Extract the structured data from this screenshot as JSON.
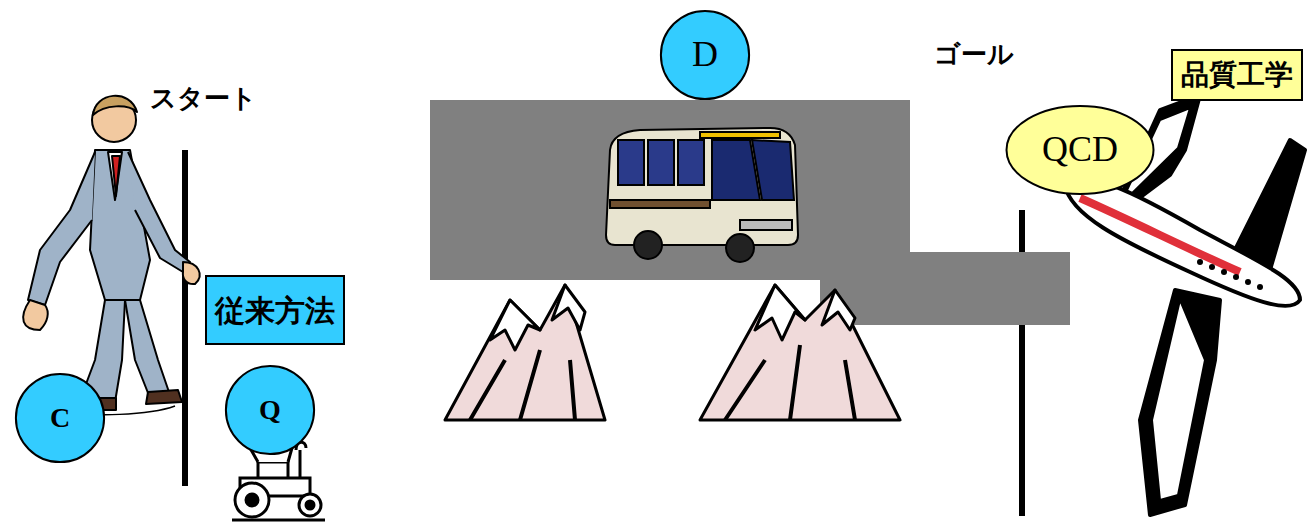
{
  "diagram": {
    "nodes": [
      {
        "text": [
          "D"
        ]
      },
      {
        "text": [
          "品質工学"
        ]
      },
      {
        "text": [
          "QCD"
        ]
      },
      {
        "text": [
          "従来方法"
        ]
      },
      {
        "text": [
          "C"
        ]
      },
      {
        "text": [
          "Q"
        ]
      }
    ],
    "labels": [
      "スタート",
      "ゴール"
    ]
  }
}
